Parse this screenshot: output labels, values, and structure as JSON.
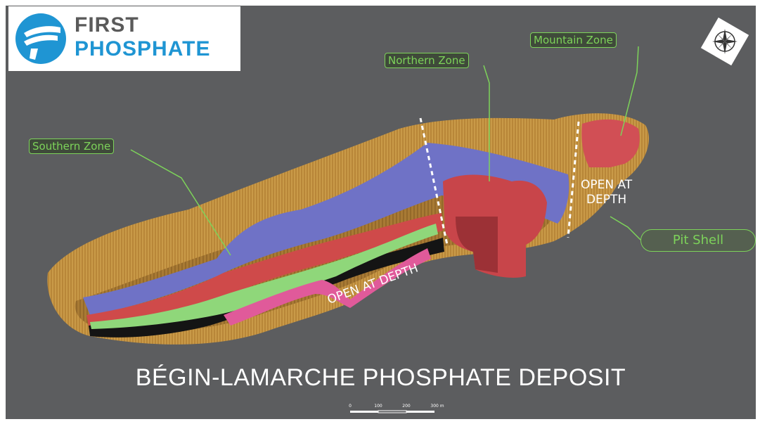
{
  "logo": {
    "line1": "FIRST",
    "line2": "PHOSPHATE",
    "brand_color": "#1f95d3",
    "text_color": "#5a5a5a"
  },
  "zones": {
    "southern": "Southern Zone",
    "northern": "Northern Zone",
    "mountain": "Mountain Zone",
    "pit_shell": "Pit Shell"
  },
  "annotations": {
    "open_at_depth_bottom": "OPEN AT DEPTH",
    "open_at_depth_right_line1": "OPEN AT",
    "open_at_depth_right_line2": "DEPTH"
  },
  "title": "BÉGIN-LAMARCHE PHOSPHATE DEPOSIT",
  "scale_bar": {
    "ticks": [
      "0",
      "100",
      "200",
      "300 m"
    ]
  },
  "compass": {
    "icon": "compass-rose-icon"
  },
  "colors": {
    "background": "#5c5d5f",
    "pit_shell": "#c79a4a",
    "blue_layer": "#6f72c6",
    "red_layer": "#cf4a4a",
    "green_layer": "#8fd77a",
    "pink_layer": "#e05a9a",
    "label_green": "#7dd35a"
  }
}
